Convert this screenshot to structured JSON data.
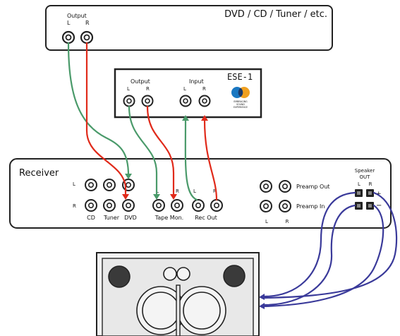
{
  "source": {
    "title": "DVD / CD / Tuner / etc.",
    "output_label": "Output",
    "left": "L",
    "right": "R"
  },
  "ese": {
    "title": "ESE-1",
    "output_label": "Output",
    "input_label": "Input",
    "left": "L",
    "right": "R",
    "logo_lines": [
      "EMBRACING",
      "SOUND",
      "EXPERIENCE"
    ]
  },
  "receiver": {
    "title": "Receiver",
    "row_left": "L",
    "row_right": "R",
    "jack_labels": [
      "CD",
      "Tuner",
      "DVD",
      "Tape Mon.",
      "Rec Out"
    ],
    "tape_l": "L",
    "tape_r": "R",
    "rec_l": "L",
    "rec_r": "R",
    "preamp_out": "Preamp Out",
    "preamp_in": "Preamp In",
    "preamp_bottom_l": "L",
    "preamp_bottom_r": "R",
    "speaker_label_1": "Speaker",
    "speaker_label_2": "OUT",
    "speaker_l": "L",
    "speaker_r": "R",
    "plus": "+",
    "minus": "−"
  },
  "colors": {
    "green_cable": "#4a9a6a",
    "red_cable": "#e02a1a",
    "blue_cable": "#3a3a9a",
    "ese_blue": "#1a78c2",
    "ese_orange": "#f0a020"
  }
}
